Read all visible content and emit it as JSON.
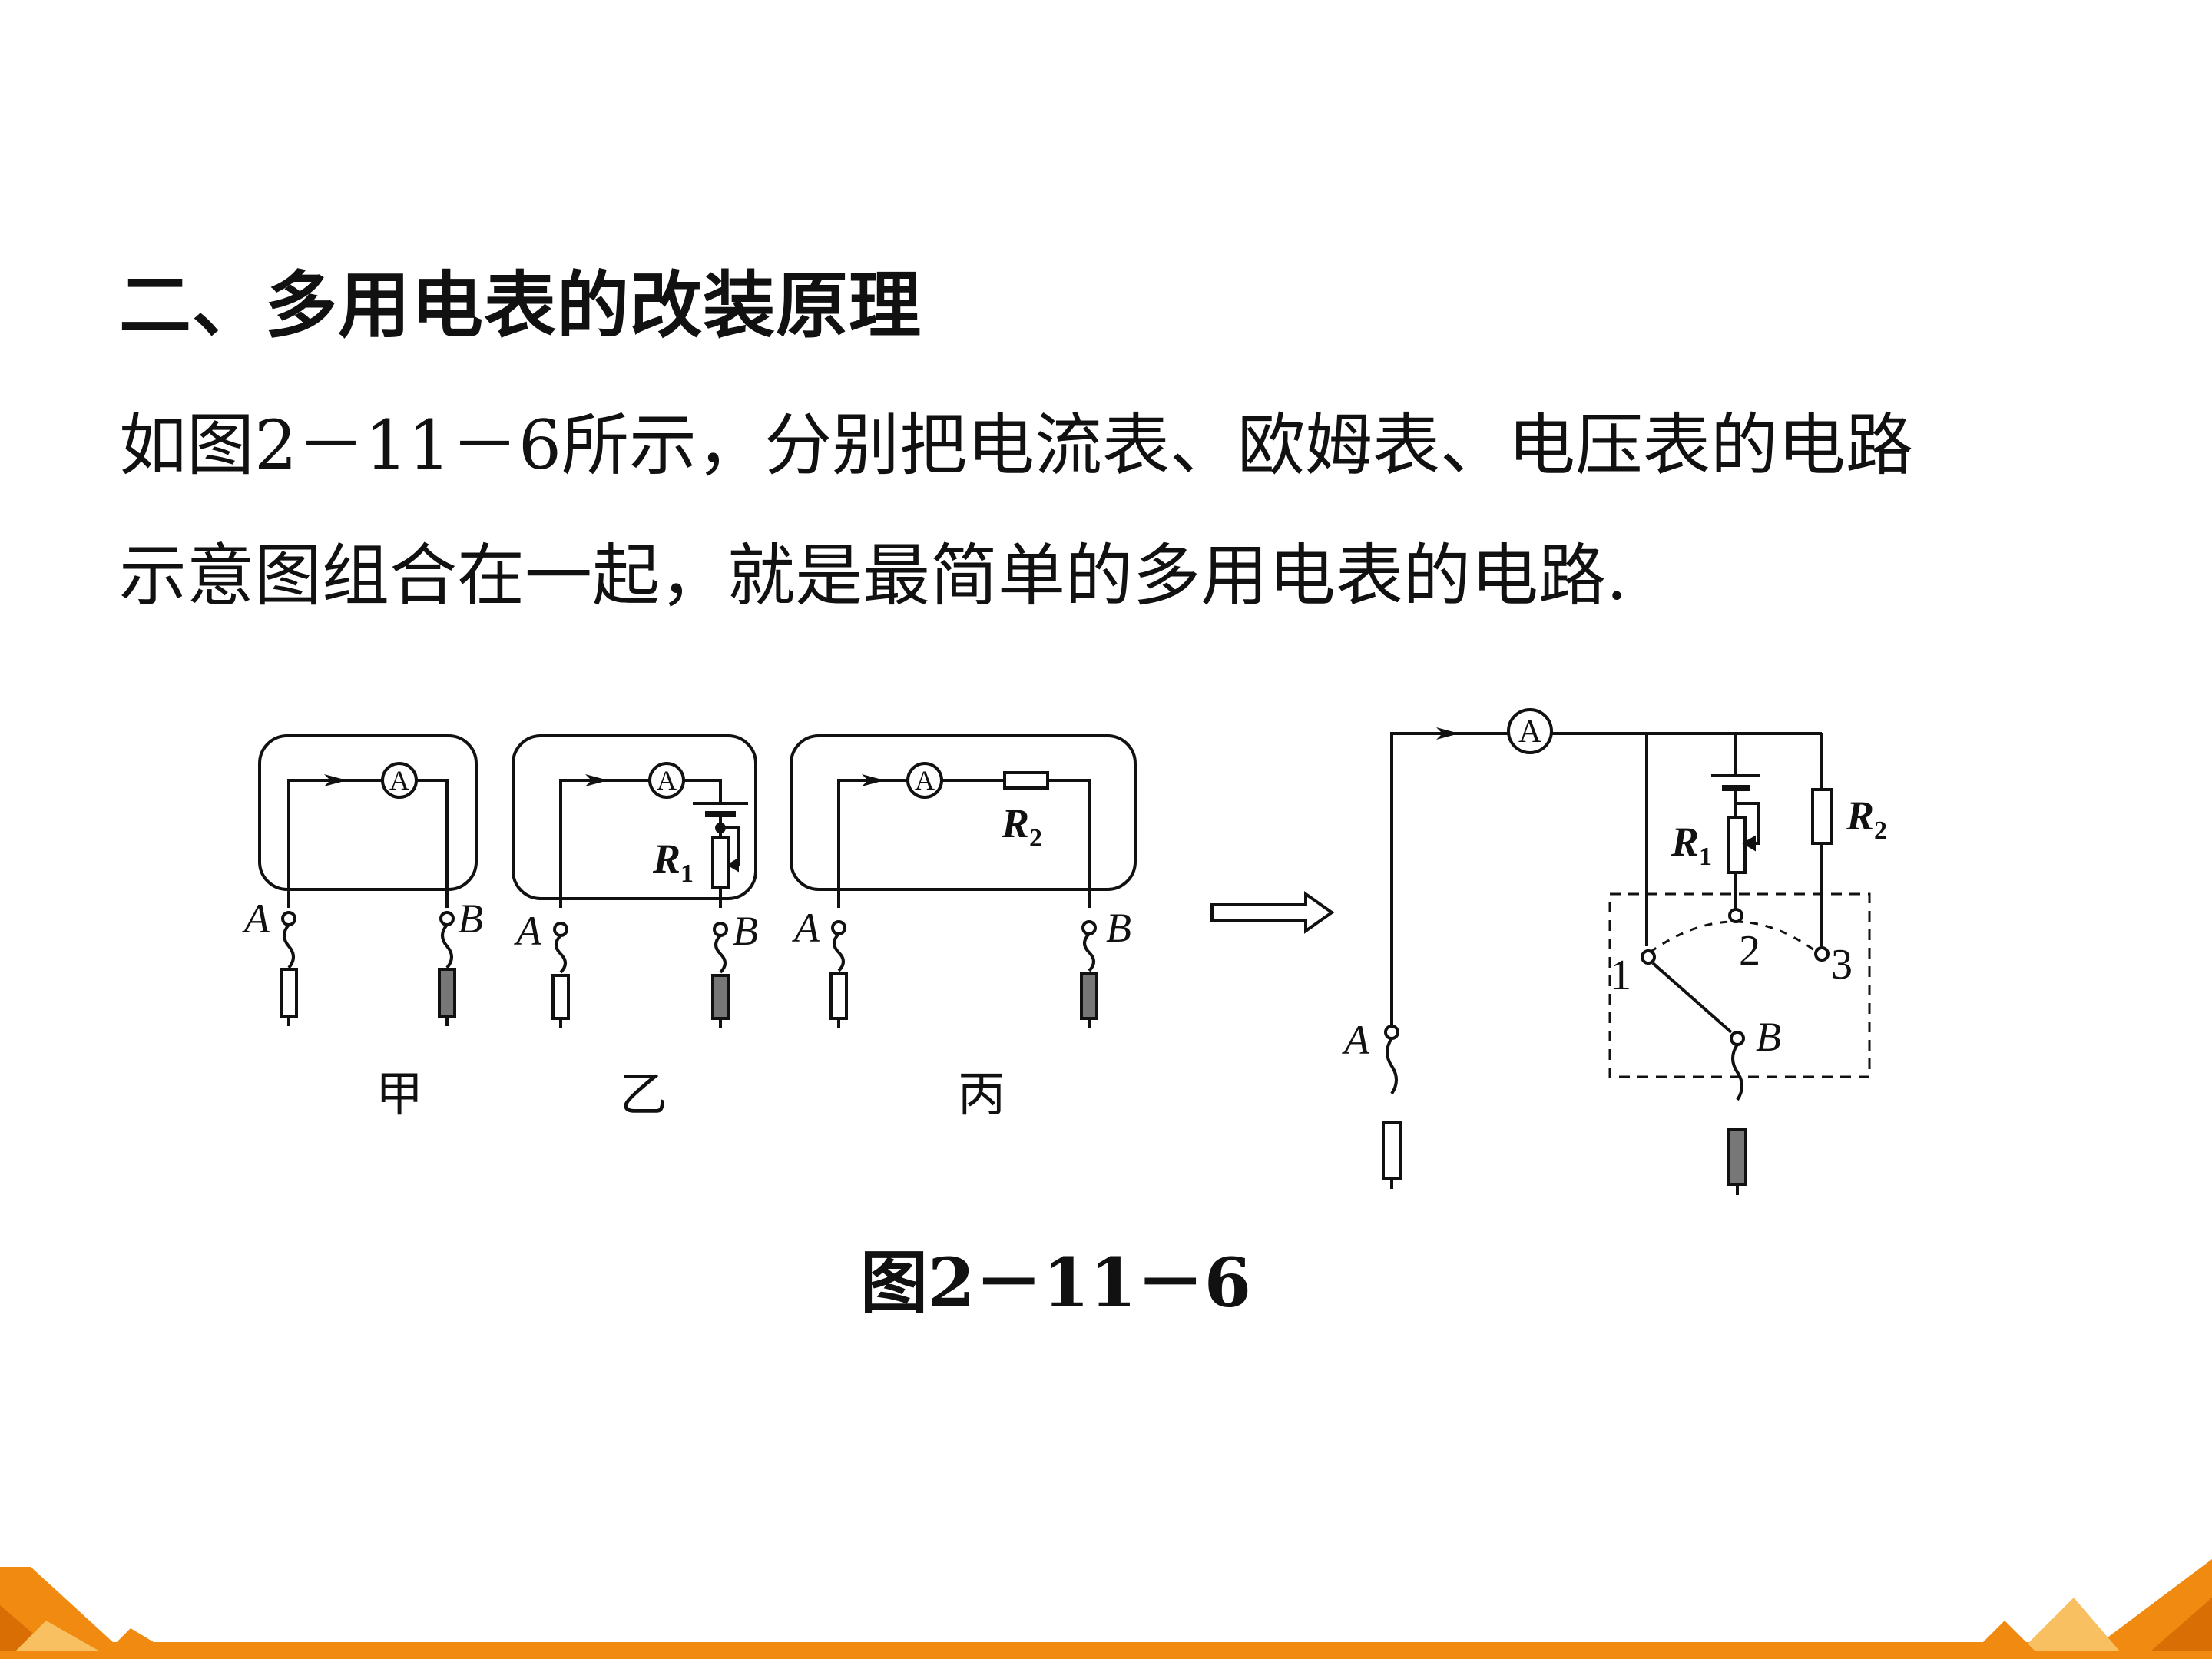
{
  "heading": "二、多用电表的改装原理",
  "paragraph": {
    "line1": "如图2－11－6所示，分别把电流表、欧姆表、电压表的电路",
    "line2": "示意图组合在一起，就是最简单的多用电表的电路."
  },
  "figure": {
    "caption": "图2－11－6",
    "panel_labels": {
      "jia": "甲",
      "yi": "乙",
      "bing": "丙"
    },
    "ammeter_symbol": "A",
    "terminal_a": "A",
    "terminal_b": "B",
    "r1": {
      "main": "R",
      "sub": "1"
    },
    "r2": {
      "main": "R",
      "sub": "2"
    },
    "switch_positions": {
      "p1": "1",
      "p2": "2",
      "p3": "3"
    }
  },
  "colors": {
    "text": "#111111",
    "footer_orange": "#f08a10",
    "footer_light": "#f8c061",
    "footer_dark": "#d96e05"
  }
}
